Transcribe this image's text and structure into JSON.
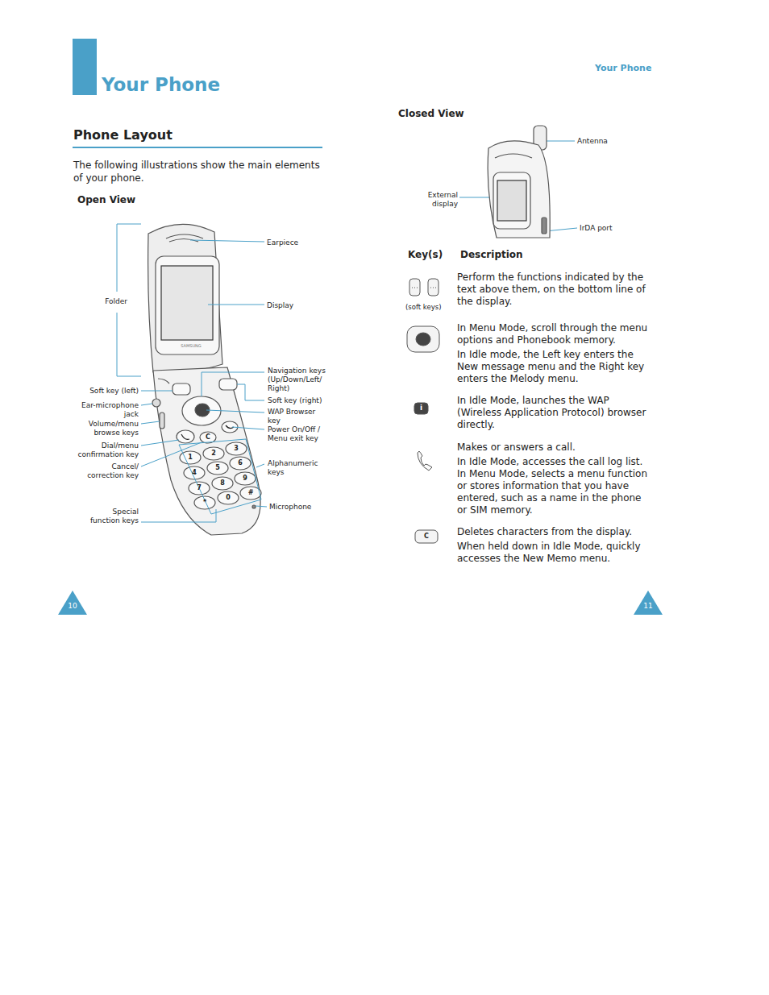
{
  "diagram": {
    "title": "Your Phone",
    "nodes": [
      {
        "text": [
          "10"
        ]
      },
      {
        "text": [
          "11"
        ]
      }
    ],
    "labels": [
      "Your Phone",
      "Phone Layout",
      "The following illustrations show the main elements of your phone.",
      "Open View",
      "Earpiece",
      "Folder",
      "Display",
      "SAMSUNG",
      "Navigation keys (Up/Down/Left/ Right)",
      "Soft key (left)",
      "Soft key (right)",
      "Ear-microphone jack",
      "WAP Browser key",
      "Volume/menu browse keys",
      "Power On/Off / Menu exit key",
      "Dial/menu confirmation key",
      "C",
      "Alphanumeric keys",
      "Cancel/ correction key",
      "1",
      "2",
      "3",
      "4",
      "5",
      "6",
      "7",
      "8",
      "9",
      "*",
      "0",
      "#",
      "Microphone",
      "Special function keys",
      "Closed View",
      "Antenna",
      "External display",
      "IrDA port",
      "Key(s)",
      "Description",
      "(soft keys)",
      "Perform the functions indicated by the text above them, on the bottom line of the display.",
      "In Menu Mode, scroll through the menu options and Phonebook memory.",
      "In Idle mode, the Left key enters the New message menu and the Right key enters the Melody menu.",
      "i",
      "In Idle Mode, launches the WAP (Wireless Application Protocol) browser directly.",
      "Makes or answers a call.",
      "In Idle Mode, accesses the call log list. In Menu Mode, selects a menu function or stores information that you have entered, such as a name in the phone or SIM memory.",
      "C",
      "Deletes characters from the display.",
      "When held down in Idle Mode, quickly accesses the New Memo menu."
    ]
  }
}
